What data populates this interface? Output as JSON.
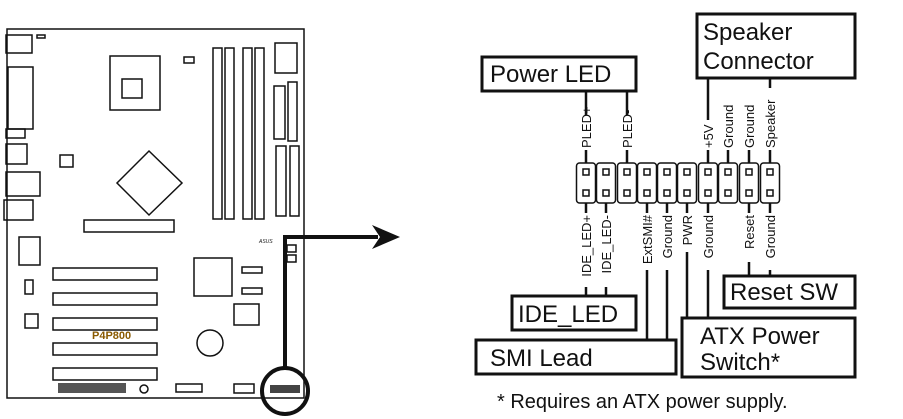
{
  "board": {
    "model": "P4P800",
    "brand_logo": "ASUS"
  },
  "header": {
    "top_pins": [
      "PLED+",
      "",
      "PLED-",
      "",
      "",
      "",
      "+5V",
      "Ground",
      "Ground",
      "Speaker"
    ],
    "bottom_pins": [
      "IDE_LED+",
      "IDE_LED-",
      "",
      "ExtSMI#",
      "Ground",
      "PWR",
      "Ground",
      "",
      "Reset",
      "Ground"
    ]
  },
  "connectors": {
    "power_led": "Power LED",
    "speaker_line1": "Speaker",
    "speaker_line2": "Connector",
    "ide_led": "IDE_LED",
    "smi_lead": "SMI Lead",
    "reset_sw": "Reset SW",
    "atx_line1": "ATX Power",
    "atx_line2": "Switch*"
  },
  "footnote": "* Requires an ATX power supply."
}
